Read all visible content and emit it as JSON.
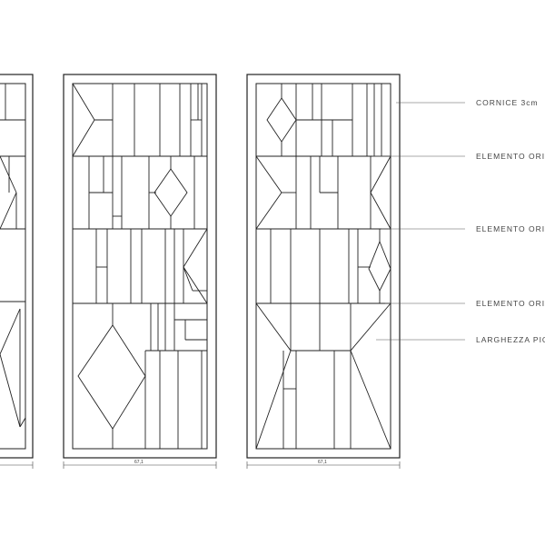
{
  "labels": {
    "cornice": "CORNICE 3cm",
    "elemento_1": "ELEMENTO ORIZ",
    "elemento_2": "ELEMENTO ORIZ",
    "elemento_3": "ELEMENTO ORIZ",
    "larghezza": "LARGHEZZA PIO"
  },
  "dimensions": {
    "panel_2_width": "67,1",
    "panel_3_width": "67,1"
  }
}
